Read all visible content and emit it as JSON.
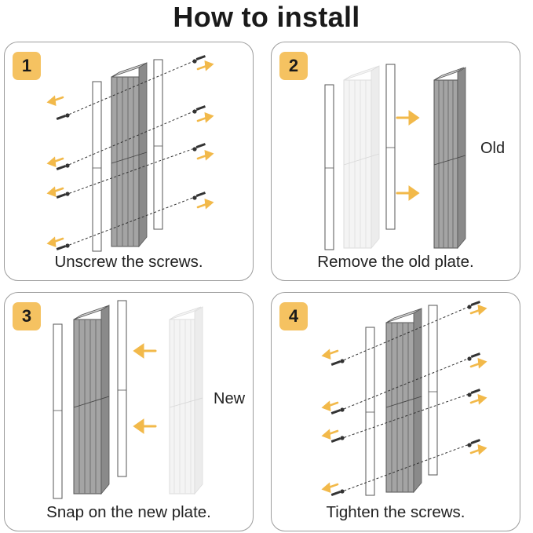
{
  "title": "How to install",
  "steps": [
    {
      "number": "1",
      "caption": "Unscrew the screws."
    },
    {
      "number": "2",
      "caption": "Remove the old plate.",
      "tag": "Old"
    },
    {
      "number": "3",
      "caption": "Snap on the new plate.",
      "tag": "New"
    },
    {
      "number": "4",
      "caption": "Tighten the screws."
    }
  ],
  "colors": {
    "accent": "#f5c261",
    "arrow": "#f2b94a",
    "plate_dark": "#9a9a9a",
    "plate_faded": "#e6e6e6",
    "border": "#9c9c9c"
  }
}
